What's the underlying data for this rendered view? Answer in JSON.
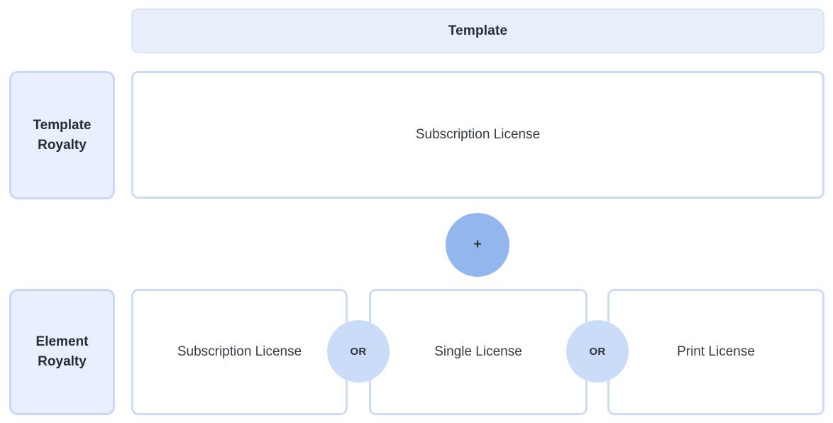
{
  "header": {
    "title": "Template"
  },
  "template_royalty": {
    "label": "Template Royalty",
    "license": "Subscription License"
  },
  "element_royalty": {
    "label": "Element Royalty",
    "licenses": [
      "Subscription License",
      "Single License",
      "Print License"
    ]
  },
  "connectors": {
    "plus": "+",
    "or": "OR"
  },
  "colors": {
    "header_fill": "#E9EEFB",
    "header_border": "#DAE3F8",
    "label_box_fill": "#E9EFFC",
    "label_box_border": "#C7D8F6",
    "license_box_border": "#CDDBF8",
    "plus_circle_fill": "#94B6EE",
    "or_circle_fill": "#CBDCF8",
    "text_dark": "#262B35"
  }
}
